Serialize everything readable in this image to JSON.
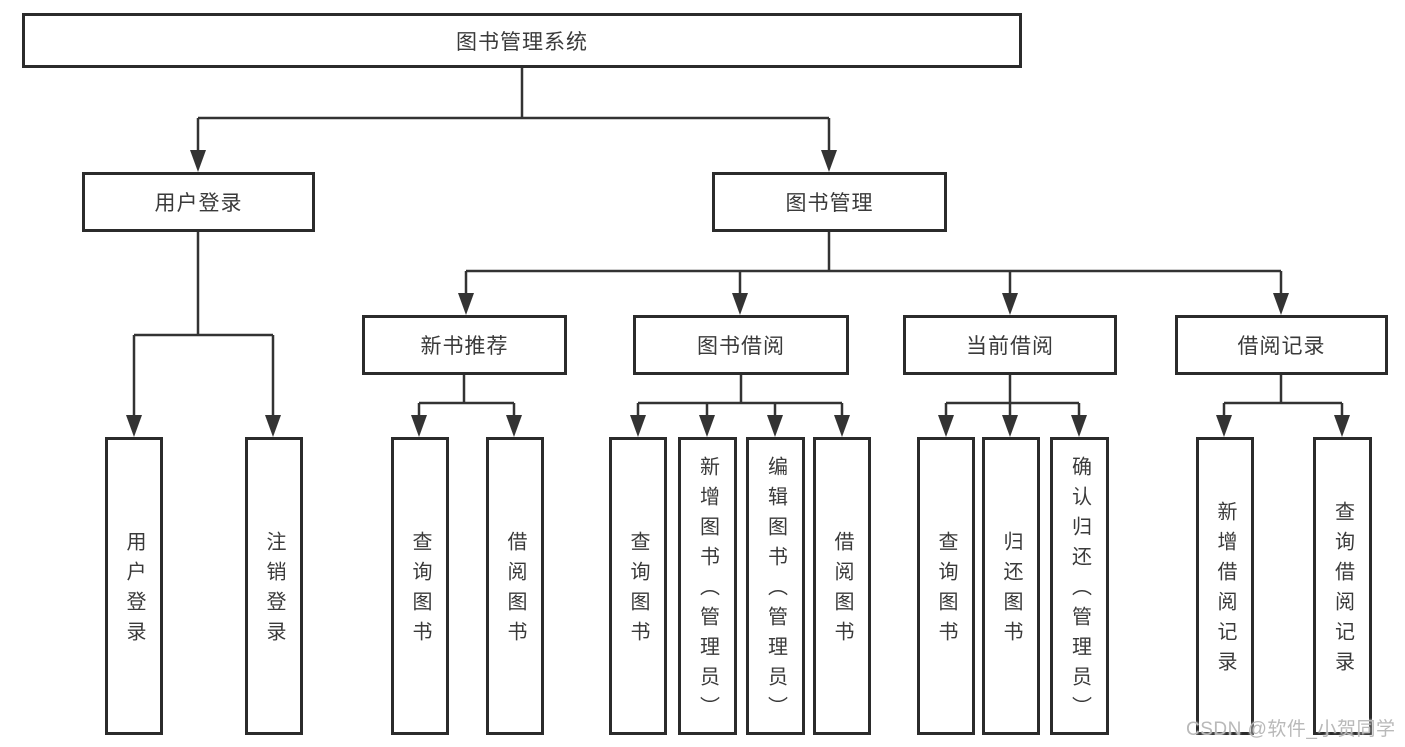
{
  "colors": {
    "line": "#333333",
    "box_border": "#2b2b2b",
    "text": "#3a3a3a",
    "background": "#ffffff",
    "watermark": "#b9b9b9"
  },
  "chart_data": {
    "type": "tree-diagram",
    "title": "图书管理系统"
  },
  "tree": {
    "label": "图书管理系统",
    "children": [
      {
        "label": "用户登录",
        "children": [
          {
            "label": "用户登录"
          },
          {
            "label": "注销登录"
          }
        ]
      },
      {
        "label": "图书管理",
        "children": [
          {
            "label": "新书推荐",
            "children": [
              {
                "label": "查询图书"
              },
              {
                "label": "借阅图书"
              }
            ]
          },
          {
            "label": "图书借阅",
            "children": [
              {
                "label": "查询图书"
              },
              {
                "label": "新增图书（管理员）"
              },
              {
                "label": "编辑图书（管理员）"
              },
              {
                "label": "借阅图书"
              }
            ]
          },
          {
            "label": "当前借阅",
            "children": [
              {
                "label": "查询图书"
              },
              {
                "label": "归还图书"
              },
              {
                "label": "确认归还（管理员）"
              }
            ]
          },
          {
            "label": "借阅记录",
            "children": [
              {
                "label": "新增借阅记录"
              },
              {
                "label": "查询借阅记录"
              }
            ]
          }
        ]
      }
    ]
  },
  "watermark": {
    "text": "CSDN @软件_小贺同学"
  }
}
